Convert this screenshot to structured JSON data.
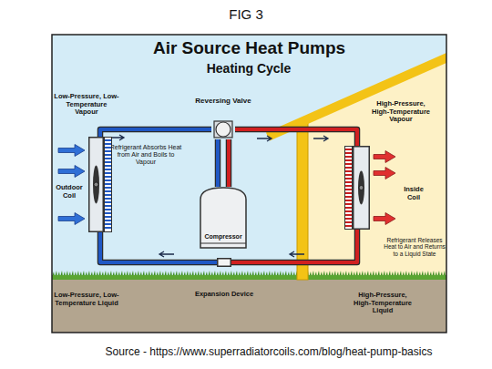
{
  "diagram": {
    "title": "Air Source Heat Pumps",
    "caption": "Source - https://www.superradiatorcoils.com/blog/heat-pump-basics",
    "nodes": [
      {
        "text": [
          "Outdoor Coil"
        ]
      },
      {
        "text": [
          "Reversing Valve"
        ]
      },
      {
        "text": [
          "Compressor"
        ]
      },
      {
        "text": [
          "Inside Coil"
        ]
      },
      {
        "text": [
          "Expansion Device"
        ]
      }
    ],
    "edges": [
      {
        "from": 0,
        "to": 1,
        "arrow": "none"
      },
      {
        "from": 1,
        "to": 2,
        "arrow": "none"
      },
      {
        "from": 2,
        "to": 1,
        "arrow": "none"
      },
      {
        "from": 1,
        "to": 3,
        "arrow": "none"
      },
      {
        "from": 3,
        "to": 4,
        "arrow": "none"
      },
      {
        "from": 4,
        "to": 0,
        "arrow": "none"
      }
    ],
    "labels": [
      "FIG 3",
      "Heating Cycle",
      "Low-Pressure, Low-Temperature Vapour",
      "Refrigerant Absorbs Heat from Air and Boils to Vapour",
      "High-Pressure, High-Temperature Vapour",
      "Refrigerant Releases Heat to Air and Returns to a Liquid State",
      "Low-Pressure, Low-Temperature Liquid",
      "High-Pressure, High-Temperature Liquid"
    ]
  }
}
